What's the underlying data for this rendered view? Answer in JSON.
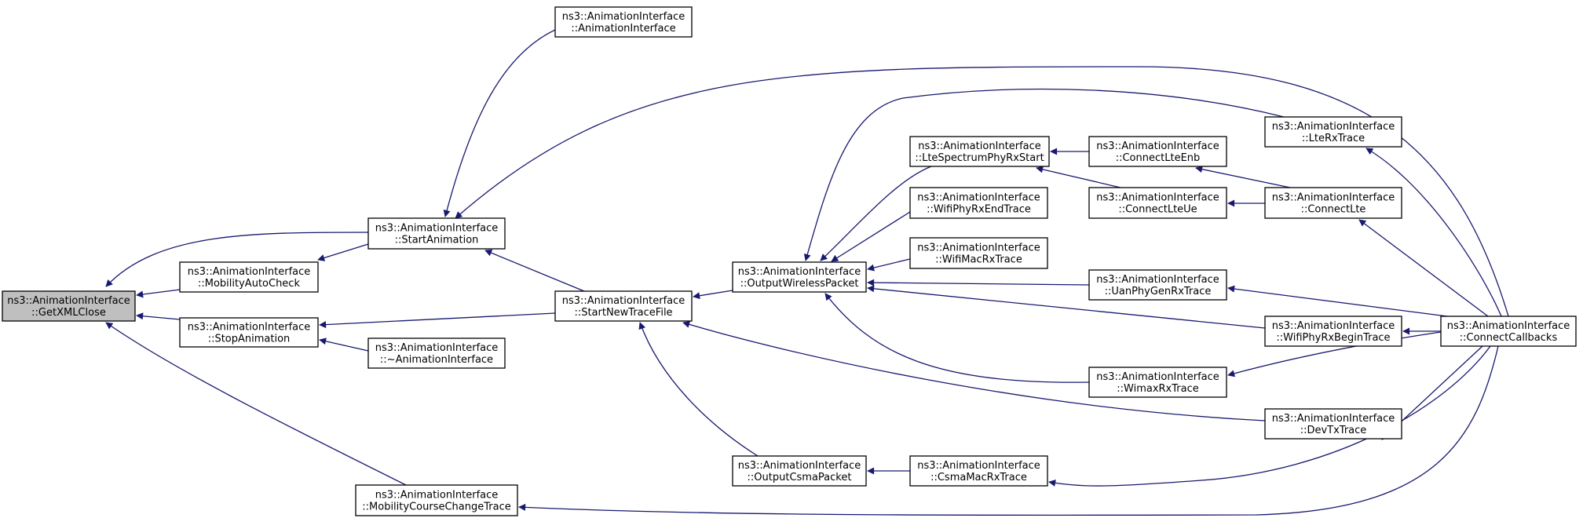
{
  "graph": {
    "edge_color": "#191970",
    "root_fill": "#bfbfbf",
    "nodes": [
      {
        "id": "getxmlclose",
        "lines": [
          "ns3::AnimationInterface",
          "::GetXMLClose"
        ],
        "root": true
      },
      {
        "id": "mobilityautocheck",
        "lines": [
          "ns3::AnimationInterface",
          "::MobilityAutoCheck"
        ]
      },
      {
        "id": "stopanimation",
        "lines": [
          "ns3::AnimationInterface",
          "::StopAnimation"
        ]
      },
      {
        "id": "mobilitycoursechangetrace",
        "lines": [
          "ns3::AnimationInterface",
          "::MobilityCourseChangeTrace"
        ]
      },
      {
        "id": "startanimation",
        "lines": [
          "ns3::AnimationInterface",
          "::StartAnimation"
        ]
      },
      {
        "id": "destructor",
        "lines": [
          "ns3::AnimationInterface",
          "::~AnimationInterface"
        ]
      },
      {
        "id": "constructor",
        "lines": [
          "ns3::AnimationInterface",
          "::AnimationInterface"
        ]
      },
      {
        "id": "startnewtracefile",
        "lines": [
          "ns3::AnimationInterface",
          "::StartNewTraceFile"
        ]
      },
      {
        "id": "outputwirelesspacket",
        "lines": [
          "ns3::AnimationInterface",
          "::OutputWirelessPacket"
        ]
      },
      {
        "id": "outputcsmapacket",
        "lines": [
          "ns3::AnimationInterface",
          "::OutputCsmaPacket"
        ]
      },
      {
        "id": "ltespectrumphyrxstart",
        "lines": [
          "ns3::AnimationInterface",
          "::LteSpectrumPhyRxStart"
        ]
      },
      {
        "id": "wifiphyrxendtrace",
        "lines": [
          "ns3::AnimationInterface",
          "::WifiPhyRxEndTrace"
        ]
      },
      {
        "id": "wifimacrxtrace",
        "lines": [
          "ns3::AnimationInterface",
          "::WifiMacRxTrace"
        ]
      },
      {
        "id": "csmamacrxtrace",
        "lines": [
          "ns3::AnimationInterface",
          "::CsmaMacRxTrace"
        ]
      },
      {
        "id": "connectlteenb",
        "lines": [
          "ns3::AnimationInterface",
          "::ConnectLteEnb"
        ]
      },
      {
        "id": "connectlteue",
        "lines": [
          "ns3::AnimationInterface",
          "::ConnectLteUe"
        ]
      },
      {
        "id": "uanphygenrxtrace",
        "lines": [
          "ns3::AnimationInterface",
          "::UanPhyGenRxTrace"
        ]
      },
      {
        "id": "wimaxrxtrace",
        "lines": [
          "ns3::AnimationInterface",
          "::WimaxRxTrace"
        ]
      },
      {
        "id": "ltexrxtrace",
        "lines": [
          "ns3::AnimationInterface",
          "::LteRxTrace"
        ]
      },
      {
        "id": "connectlte",
        "lines": [
          "ns3::AnimationInterface",
          "::ConnectLte"
        ]
      },
      {
        "id": "wifiphyrxbegintrace",
        "lines": [
          "ns3::AnimationInterface",
          "::WifiPhyRxBeginTrace"
        ]
      },
      {
        "id": "devtxtrace",
        "lines": [
          "ns3::AnimationInterface",
          "::DevTxTrace"
        ]
      },
      {
        "id": "connectcallbacks",
        "lines": [
          "ns3::AnimationInterface",
          "::ConnectCallbacks"
        ]
      }
    ],
    "edges": [
      {
        "from": "mobilityautocheck",
        "to": "getxmlclose"
      },
      {
        "from": "startanimation",
        "to": "getxmlclose"
      },
      {
        "from": "stopanimation",
        "to": "getxmlclose"
      },
      {
        "from": "mobilitycoursechangetrace",
        "to": "getxmlclose"
      },
      {
        "from": "startanimation",
        "to": "mobilityautocheck"
      },
      {
        "from": "startnewtracefile",
        "to": "stopanimation"
      },
      {
        "from": "destructor",
        "to": "stopanimation"
      },
      {
        "from": "constructor",
        "to": "startanimation"
      },
      {
        "from": "connectcallbacks",
        "to": "startanimation"
      },
      {
        "from": "startnewtracefile",
        "to": "startanimation"
      },
      {
        "from": "outputwirelesspacket",
        "to": "startnewtracefile"
      },
      {
        "from": "outputcsmapacket",
        "to": "startnewtracefile"
      },
      {
        "from": "devtxtrace",
        "to": "startnewtracefile"
      },
      {
        "from": "ltespectrumphyrxstart",
        "to": "outputwirelesspacket"
      },
      {
        "from": "wifiphyrxendtrace",
        "to": "outputwirelesspacket"
      },
      {
        "from": "wifimacrxtrace",
        "to": "outputwirelesspacket"
      },
      {
        "from": "uanphygenrxtrace",
        "to": "outputwirelesspacket"
      },
      {
        "from": "wifiphyrxbegintrace",
        "to": "outputwirelesspacket"
      },
      {
        "from": "wimaxrxtrace",
        "to": "outputwirelesspacket"
      },
      {
        "from": "ltexrxtrace",
        "to": "outputwirelesspacket"
      },
      {
        "from": "csmamacrxtrace",
        "to": "outputcsmapacket"
      },
      {
        "from": "connectlteenb",
        "to": "ltespectrumphyrxstart"
      },
      {
        "from": "connectlteue",
        "to": "ltespectrumphyrxstart"
      },
      {
        "from": "connectlte",
        "to": "connectlteenb"
      },
      {
        "from": "connectlte",
        "to": "connectlteue"
      },
      {
        "from": "connectcallbacks",
        "to": "uanphygenrxtrace"
      },
      {
        "from": "connectcallbacks",
        "to": "wimaxrxtrace"
      },
      {
        "from": "connectcallbacks",
        "to": "ltexrxtrace"
      },
      {
        "from": "connectcallbacks",
        "to": "connectlte"
      },
      {
        "from": "connectcallbacks",
        "to": "wifiphyrxbegintrace"
      },
      {
        "from": "connectcallbacks",
        "to": "devtxtrace"
      },
      {
        "from": "connectcallbacks",
        "to": "csmamacrxtrace"
      },
      {
        "from": "connectcallbacks",
        "to": "mobilitycoursechangetrace"
      }
    ]
  }
}
